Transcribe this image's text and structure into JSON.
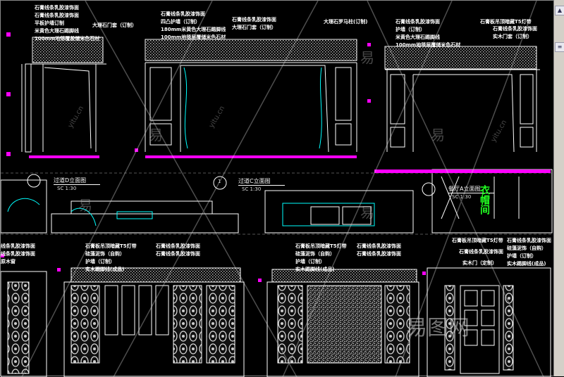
{
  "annotations": {
    "a1": [
      "石膏线条乳胶漆饰面",
      "石膏线条乳胶漆饰面",
      "平板护墙订制",
      "米黄色大理石踢脚线",
      "100mm地毯覆盖储米色石材"
    ],
    "a2": "大理石门套（订制）",
    "a3": [
      "石膏线条乳胶漆饰面",
      "四凸护墙（订制）",
      "180mm米黄色大理石踢脚线",
      "100mm地毯层覆储米色石材"
    ],
    "a4": [
      "石膏线条乳胶漆饰面",
      "大理石门套（订制）"
    ],
    "a5": "大理石罗马柱(订制)",
    "a6": [
      "石膏线条乳胶漆饰面",
      "护墙（订制）",
      "米黄色大理石踢脚线",
      "100mm地毯层覆储米色石材"
    ],
    "a7": "石膏板吊顶暗藏T5灯带",
    "a8": [
      "石膏线条乳胶漆饰面",
      "实木门套（订制）"
    ],
    "b1": [
      "线条乳胶漆饰面",
      "线条乳胶漆饰面",
      "原木窗"
    ],
    "b2": [
      "石膏板吊顶暗藏T5灯带",
      "硅藻泥饰（自购）",
      "护墙（订制）",
      "实木踢脚线(成品)"
    ],
    "b3": [
      "石膏线条乳胶漆饰面",
      "石膏线条乳胶漆饰面"
    ],
    "b4": [
      "石膏板吊顶暗藏T5灯带",
      "硅藻泥饰（自购）",
      "护墙（订制）",
      "实木踢脚线(成品)"
    ],
    "b5": [
      "石膏线条乳胶漆饰面",
      "石膏线条乳胶漆饰面"
    ],
    "b6": "石膏板吊顶暗藏T5灯带",
    "b7": "石膏线条乳胶漆饰面",
    "b8": "实木门（定制）",
    "b9": [
      "石膏线条乳胶漆饰面",
      "硅藻泥饰（自购）",
      "护墙（订制）",
      "实木踢脚线(成品)"
    ]
  },
  "titles": {
    "d": "过道D立面图",
    "c": "过道C立面图",
    "a": "餐厅A立面图",
    "scale": "SC  1:30",
    "marker": "1"
  },
  "wardrobe": "衣帽间",
  "watermarks": {
    "yi": "易",
    "url": "yitu.cn",
    "brand": "易图网"
  },
  "colors": {
    "line": "#ffffff",
    "dim": "#ff00ff",
    "cyan": "#00ffff",
    "green": "#22ff22"
  }
}
